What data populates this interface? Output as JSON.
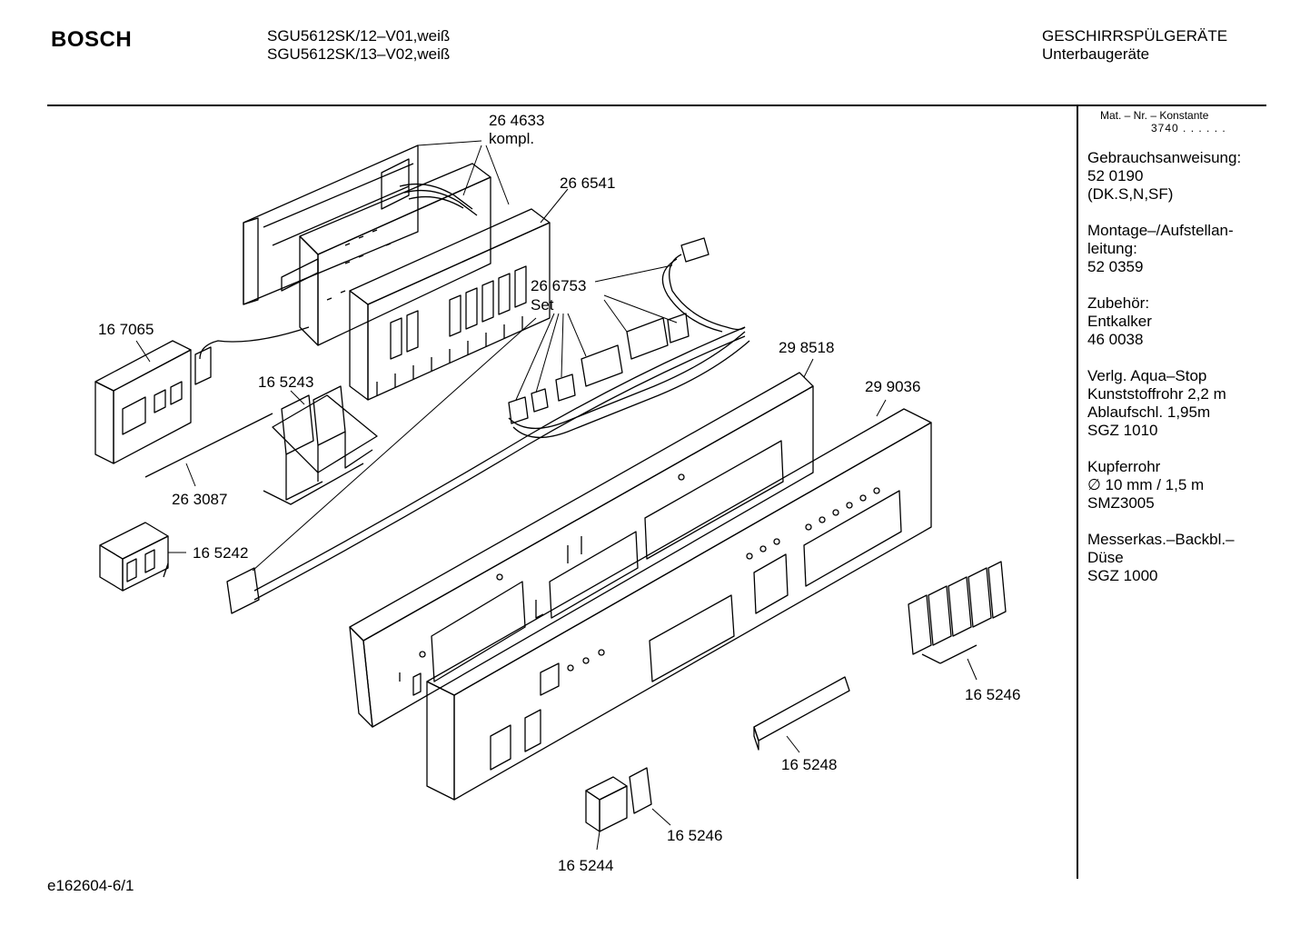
{
  "header": {
    "brand": "BOSCH",
    "model_1": "SGU5612SK/12–V01,weiß",
    "model_2": "SGU5612SK/13–V02,weiß",
    "category": "GESCHIRRSPÜLGERÄTE",
    "subcategory": "Unterbaugeräte"
  },
  "sidebar": {
    "konstante_label": "Mat. – Nr. – Konstante",
    "konstante_value": "3740 . . . . . .",
    "blocks": [
      {
        "lines": [
          "Gebrauchsanweisung:",
          "52 0190",
          "(DK.S,N,SF)"
        ]
      },
      {
        "lines": [
          "Montage–/Aufstellan-",
          "leitung:",
          "52 0359"
        ]
      },
      {
        "lines": [
          "Zubehör:",
          "Entkalker",
          "46 0038"
        ]
      },
      {
        "lines": [
          "Verlg. Aqua–Stop",
          "Kunststoffrohr 2,2 m",
          "Ablaufschl. 1,95m",
          "SGZ 1010"
        ]
      },
      {
        "lines": [
          "Kupferrohr",
          "∅ 10 mm / 1,5 m",
          "SMZ3005"
        ]
      },
      {
        "lines": [
          "Messerkas.–Backbl.–",
          "Düse",
          "SGZ 1000"
        ]
      }
    ]
  },
  "parts": {
    "p264633_a": "26 4633",
    "p264633_b": "kompl.",
    "p266541": "26 6541",
    "p266753_a": "26 6753",
    "p266753_b": "Set",
    "p167065": "16 7065",
    "p165243": "16 5243",
    "p263087": "26 3087",
    "p165242": "16 5242",
    "p298518": "29 8518",
    "p299036": "29 9036",
    "p165246_a": "16 5246",
    "p165248": "16 5248",
    "p165246_b": "16 5246",
    "p165244": "16 5244"
  },
  "footer": {
    "code": "e162604-6/1"
  }
}
